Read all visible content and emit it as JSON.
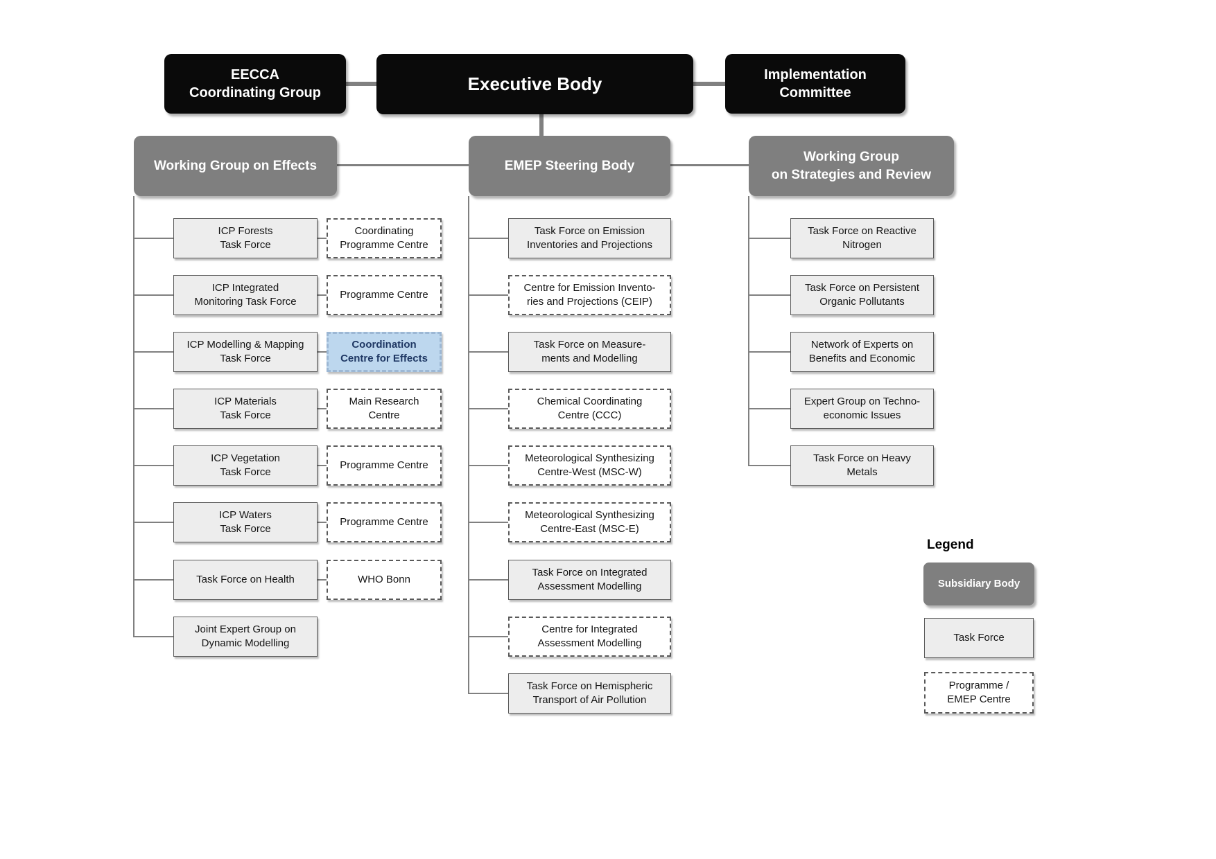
{
  "top": {
    "eecca": "EECCA\nCoordinating Group",
    "executive_body": "Executive Body",
    "implementation_committee": "Implementation\nCommittee"
  },
  "groups": {
    "effects": "Working Group on Effects",
    "emep": "EMEP Steering Body",
    "strategies": "Working Group\non Strategies and Review"
  },
  "effects_rows": [
    {
      "tf": "ICP Forests\nTask Force",
      "centre": "Coordinating\nProgramme Centre"
    },
    {
      "tf": "ICP Integrated\nMonitoring Task Force",
      "centre": "Programme Centre"
    },
    {
      "tf": "ICP Modelling & Mapping\nTask Force",
      "centre": "Coordination\nCentre for Effects"
    },
    {
      "tf": "ICP Materials\nTask Force",
      "centre": "Main Research\nCentre"
    },
    {
      "tf": "ICP Vegetation\nTask Force",
      "centre": "Programme Centre"
    },
    {
      "tf": "ICP Waters\nTask Force",
      "centre": "Programme Centre"
    },
    {
      "tf": "Task Force on Health",
      "centre": "WHO Bonn"
    },
    {
      "tf": "Joint Expert Group on\nDynamic Modelling",
      "centre": null
    }
  ],
  "emep_rows": [
    {
      "label": "Task Force on Emission\nInventories and Projections",
      "type": "task_force"
    },
    {
      "label": "Centre for Emission Invento-\nries and Projections (CEIP)",
      "type": "centre"
    },
    {
      "label": "Task Force on Measure-\nments and Modelling",
      "type": "task_force"
    },
    {
      "label": "Chemical Coordinating\nCentre (CCC)",
      "type": "centre"
    },
    {
      "label": "Meteorological Synthesizing\nCentre-West (MSC-W)",
      "type": "centre"
    },
    {
      "label": "Meteorological Synthesizing\nCentre-East (MSC-E)",
      "type": "centre"
    },
    {
      "label": "Task Force on Integrated\nAssessment Modelling",
      "type": "task_force"
    },
    {
      "label": "Centre for Integrated\nAssessment Modelling",
      "type": "centre"
    },
    {
      "label": "Task Force on Hemispheric\nTransport of Air Pollution",
      "type": "task_force"
    }
  ],
  "strategies_rows": [
    "Task Force on Reactive\nNitrogen",
    "Task Force on Persistent\nOrganic Pollutants",
    "Network of Experts on\nBenefits and Economic",
    "Expert Group on Techno-\neconomic Issues",
    "Task Force on Heavy\nMetals"
  ],
  "legend": {
    "title": "Legend",
    "subsidiary_body": "Subsidiary Body",
    "task_force": "Task Force",
    "programme_centre": "Programme /\nEMEP Centre"
  },
  "colors": {
    "black_box": "#0a0a0a",
    "subsidiary_gray": "#7f7f7f",
    "task_force_bg": "#ededed",
    "box_border": "#595959",
    "highlight_bg": "#bdd7ee",
    "highlight_text": "#1f3864",
    "connector": "#808080"
  }
}
